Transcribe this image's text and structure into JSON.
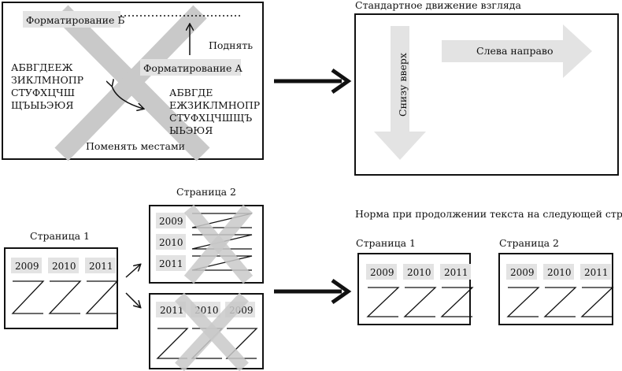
{
  "top_left": {
    "format_b": "Форматирование Б",
    "format_a": "Форматирование А",
    "raise": "Поднять",
    "swap": "Поменять местами",
    "block_left": [
      "АБВГДЕЕЖ",
      "ЗИКЛМНОПР",
      "СТУФХЦЧШ",
      "ЩЪЫЬЭЮЯ"
    ],
    "block_right": [
      "АБВГДЕ",
      "ЕЖЗИКЛМНОПР",
      "СТУФХЦЧШЩЪ",
      "ЫЬЭЮЯ"
    ]
  },
  "top_right": {
    "title": "Стандартное движение взгляда",
    "left_to_right": "Слева направо",
    "bottom_up": "Снизу вверх"
  },
  "bottom_left": {
    "page1_label": "Страница 1",
    "page2_label": "Страница 2",
    "page1_years": [
      "2009",
      "2010",
      "2011"
    ],
    "page2_top_years": [
      "2009",
      "2010",
      "2011"
    ],
    "page2_bottom_years": [
      "2011",
      "2010",
      "2009"
    ]
  },
  "bottom_right": {
    "title": "Норма при продолжении текста на следующей странице",
    "page1_label": "Страница 1",
    "page2_label": "Страница 2",
    "page1_years": [
      "2009",
      "2010",
      "2011"
    ],
    "page2_years": [
      "2009",
      "2010",
      "2011"
    ]
  },
  "colors": {
    "ink": "#111111",
    "gray_fill": "#e3e3e3",
    "cross": "#c9c9c9"
  }
}
